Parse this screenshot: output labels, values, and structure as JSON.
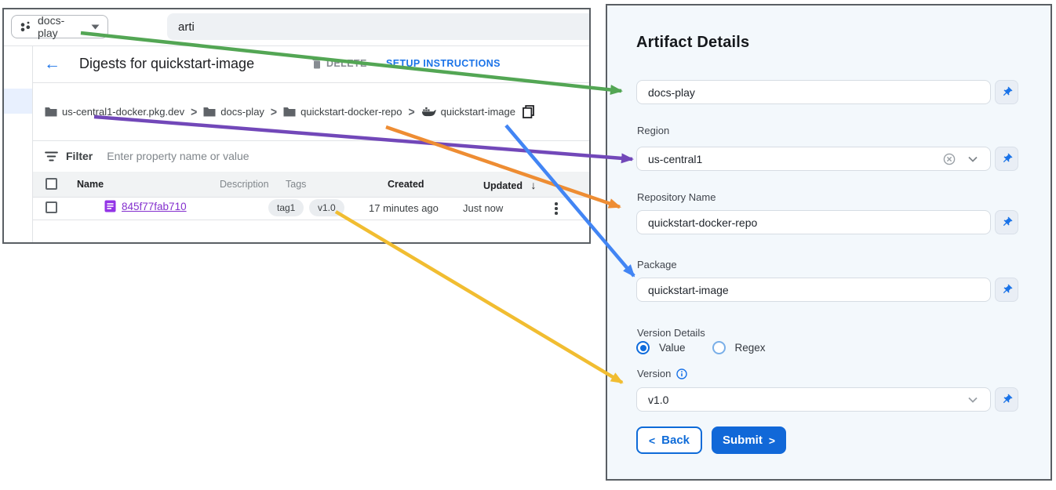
{
  "console": {
    "project_selector": {
      "value": "docs-play"
    },
    "search": {
      "value": "arti"
    },
    "header": {
      "title": "Digests for quickstart-image",
      "delete_label": "DELETE",
      "setup_label": "SETUP INSTRUCTIONS"
    },
    "breadcrumb": {
      "separator": ">",
      "items": [
        {
          "label": "us-central1-docker.pkg.dev",
          "icon": "folder"
        },
        {
          "label": "docs-play",
          "icon": "folder"
        },
        {
          "label": "quickstart-docker-repo",
          "icon": "folder"
        },
        {
          "label": "quickstart-image",
          "icon": "docker-whale"
        }
      ]
    },
    "filter": {
      "label": "Filter",
      "placeholder": "Enter property name or value"
    },
    "table": {
      "headers": [
        "Name",
        "Description",
        "Tags",
        "Created",
        "Updated"
      ],
      "sorted_by": "Updated",
      "sort_direction": "down",
      "row": {
        "name": "845f77fab710",
        "description": "",
        "tags": [
          "tag1",
          "v1.0"
        ],
        "created": "17 minutes ago",
        "updated": "Just now"
      }
    }
  },
  "form": {
    "title": "Artifact Details",
    "fields": {
      "project": {
        "label": "",
        "value": "docs-play",
        "pinned": true
      },
      "region": {
        "label": "Region",
        "value": "us-central1",
        "clearable": true,
        "dropdown": true,
        "pinned": true
      },
      "repository": {
        "label": "Repository Name",
        "value": "quickstart-docker-repo",
        "pinned": true
      },
      "package": {
        "label": "Package",
        "value": "quickstart-image",
        "pinned": true
      },
      "version": {
        "label": "Version",
        "value": "v1.0",
        "dropdown": true,
        "pinned": true,
        "has_info": true
      }
    },
    "version_details": {
      "label": "Version Details",
      "options": [
        "Value",
        "Regex"
      ],
      "selected": "Value"
    },
    "buttons": {
      "back": "Back",
      "back_chevron": "<",
      "submit": "Submit",
      "submit_chevron": ">"
    }
  },
  "colors": {
    "accent_blue": "#1a73e8",
    "submit_blue": "#1168d8",
    "link_purple": "#8430ce",
    "panel_border": "#5a5f64",
    "right_panel_bg": "#f3f8fc"
  },
  "arrows": {
    "green": {
      "color": "#53a654",
      "maps": "project-selector to project field"
    },
    "purple": {
      "color": "#7248b9",
      "maps": "registry host to Region field"
    },
    "orange": {
      "color": "#ee8d33",
      "maps": "repo breadcrumb to Repository Name field"
    },
    "blue": {
      "color": "#4285f4",
      "maps": "image breadcrumb to Package field"
    },
    "yellow": {
      "color": "#f1bd31",
      "maps": "v1.0 tag to Version field"
    }
  }
}
